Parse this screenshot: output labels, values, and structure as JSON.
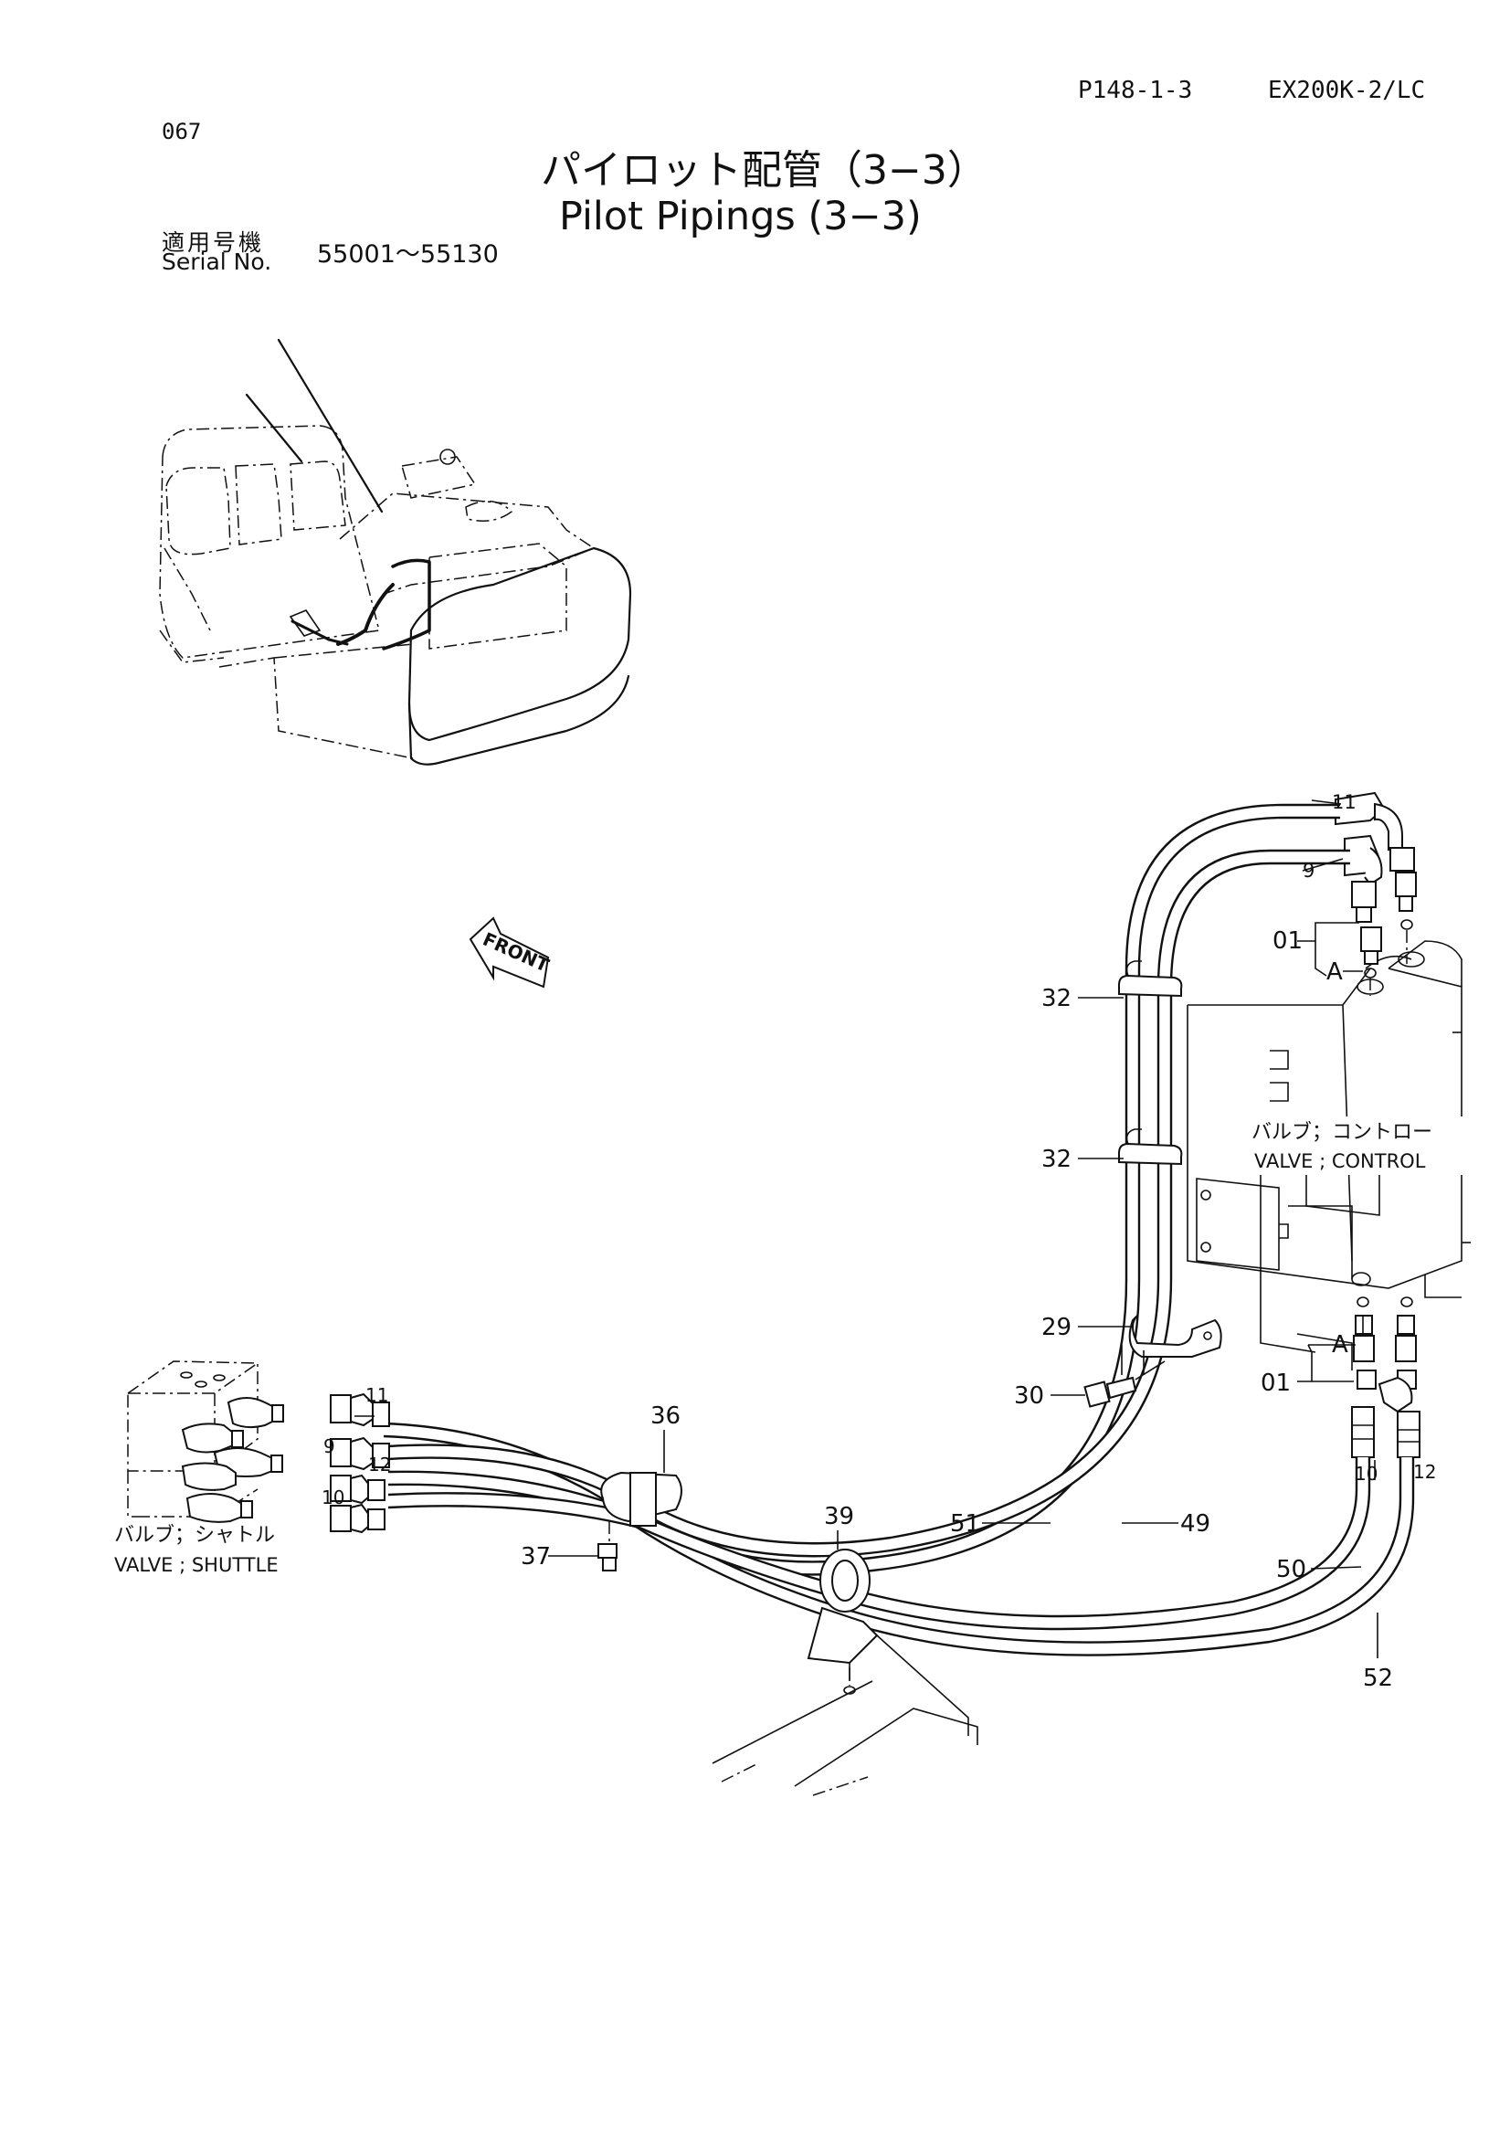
{
  "header": {
    "page_ref": "P148-1-3",
    "model": "EX200K-2/LC",
    "section_no": "067",
    "title_jp": "パイロット配管（3−3）",
    "title_en": "Pilot Pipings (3−3)",
    "serial_label_jp": "適用号機",
    "serial_label_en": "Serial No.",
    "serial_range": "55001～55130"
  },
  "diagram": {
    "front_label": "FRONT",
    "callout_labels": {
      "p11_top": "11",
      "p9_top": "9",
      "p01_top": "01",
      "pA_top": "A",
      "p32_a": "32",
      "p32_b": "32",
      "p29": "29",
      "p30": "30",
      "pA_bot": "A",
      "p01_bot": "01",
      "p10_r": "10",
      "p12_r": "12",
      "p36": "36",
      "p11_l": "11",
      "p9_l": "9",
      "p12_l": "12",
      "p10_l": "10",
      "p37": "37",
      "p39": "39",
      "p51": "51",
      "p49": "49",
      "p50": "50",
      "p52": "52"
    },
    "valve_control_jp": "バルブ；コントロー",
    "valve_control_en": "VALVE ; CONTROL",
    "valve_shuttle_jp": "バルブ；シャトル",
    "valve_shuttle_en": "VALVE ; SHUTTLE"
  }
}
